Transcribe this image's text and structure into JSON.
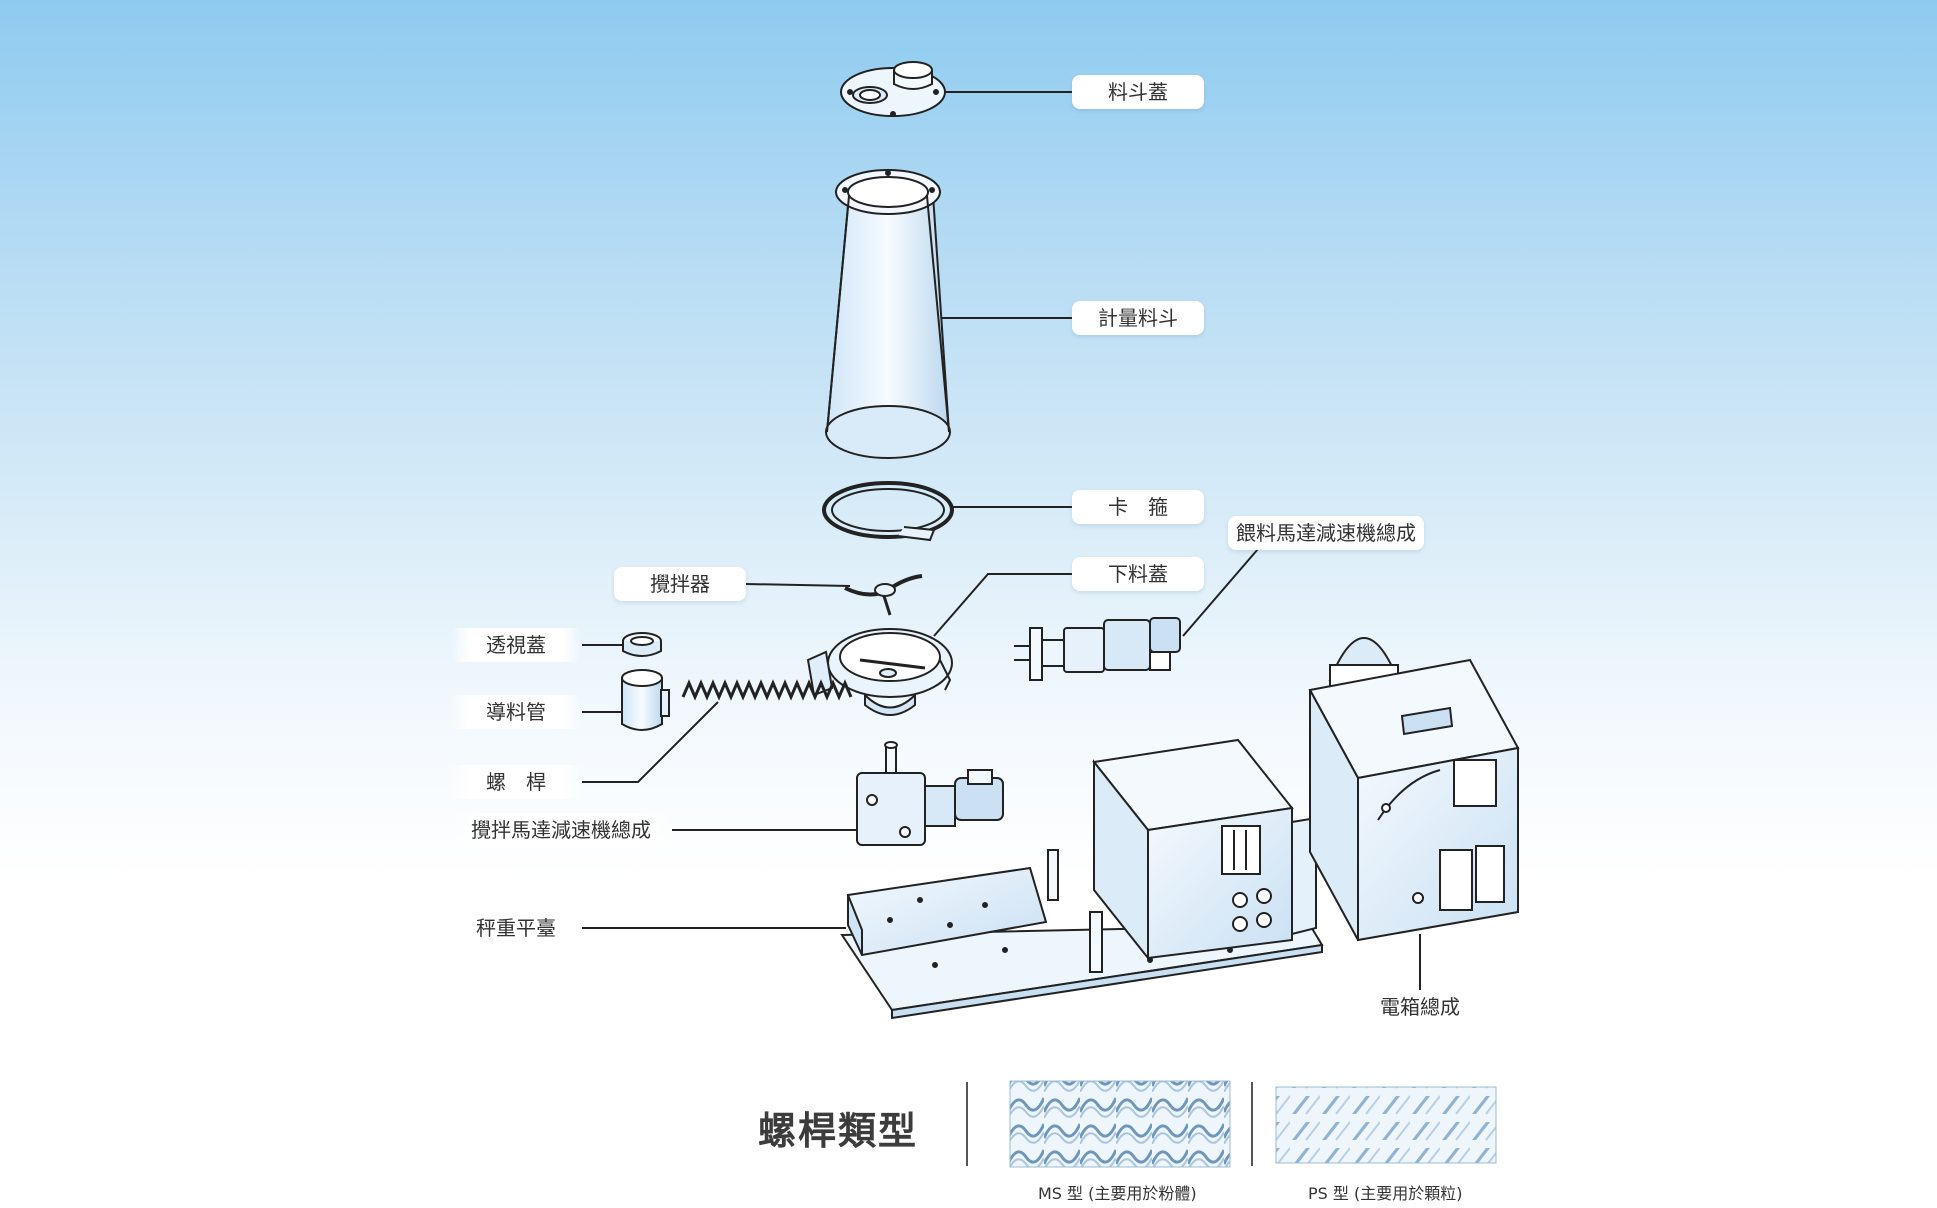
{
  "parts": {
    "hopper_lid": "料斗蓋",
    "metering_hopper": "計量料斗",
    "clamp": "卡　箍",
    "agitator": "攪拌器",
    "discharge_lid": "下料蓋",
    "feed_motor": "餵料馬達減速機總成",
    "sight_cover": "透視蓋",
    "guide_tube": "導料管",
    "screw": "螺　桿",
    "agitator_motor": "攪拌馬達減速機總成",
    "weighing_platform": "秤重平臺",
    "electrical_box": "電箱總成"
  },
  "screw_types": {
    "title": "螺桿類型",
    "ms_label": "MS 型 (主要用於粉體)",
    "ps_label": "PS 型 (主要用於顆粒)"
  },
  "colors": {
    "line": "#222222",
    "fill": "#e8f3fc",
    "fill_dark": "#c6def2",
    "screw_pattern": "#7ea4c4"
  }
}
